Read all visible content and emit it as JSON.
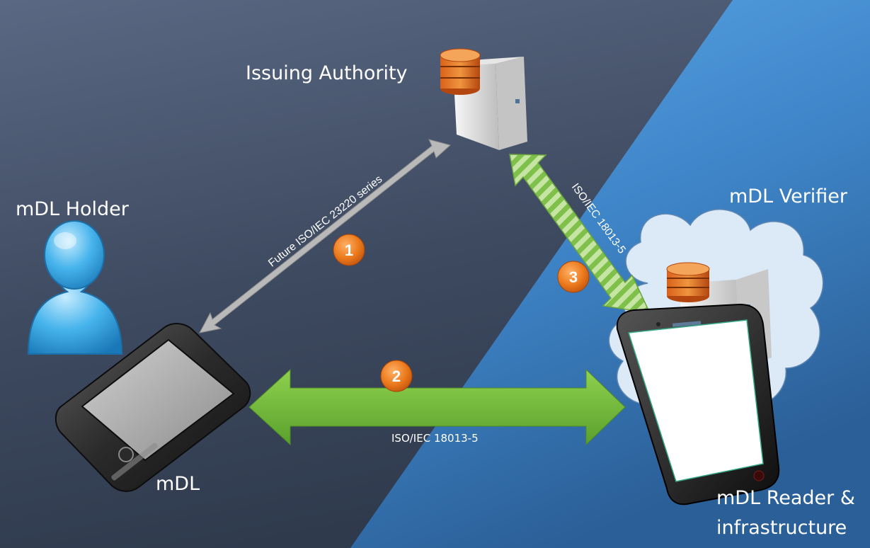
{
  "labels": {
    "issuing_authority": "Issuing Authority",
    "mdl_holder": "mDL Holder",
    "mdl": "mDL",
    "mdl_verifier": "mDL Verifier",
    "mdl_reader_line1": "mDL Reader &",
    "mdl_reader_line2": "infrastructure"
  },
  "links": [
    {
      "step": "1",
      "protocol": "Future ISO/IEC 23220 series",
      "between": [
        "mDL",
        "Issuing Authority"
      ]
    },
    {
      "step": "2",
      "protocol": "ISO/IEC 18013-5",
      "between": [
        "mDL",
        "mDL Reader & infrastructure"
      ]
    },
    {
      "step": "3",
      "protocol": "ISO/IEC 18013-5",
      "between": [
        "Issuing Authority",
        "mDL Reader & infrastructure"
      ]
    }
  ],
  "colors": {
    "bg_left": "#3d4a5f",
    "bg_right": "#3f86c9",
    "arrow_gray": "#b9b9b9",
    "arrow_green": "#6cb33f",
    "badge_orange": "#e8751a"
  },
  "icons": {
    "holder": "person-icon",
    "mdl": "smartphone-icon",
    "issuer": "server-database-icon",
    "verifier_cloud": "cloud-icon",
    "verifier_server": "server-database-icon",
    "reader": "tablet-reader-icon"
  }
}
